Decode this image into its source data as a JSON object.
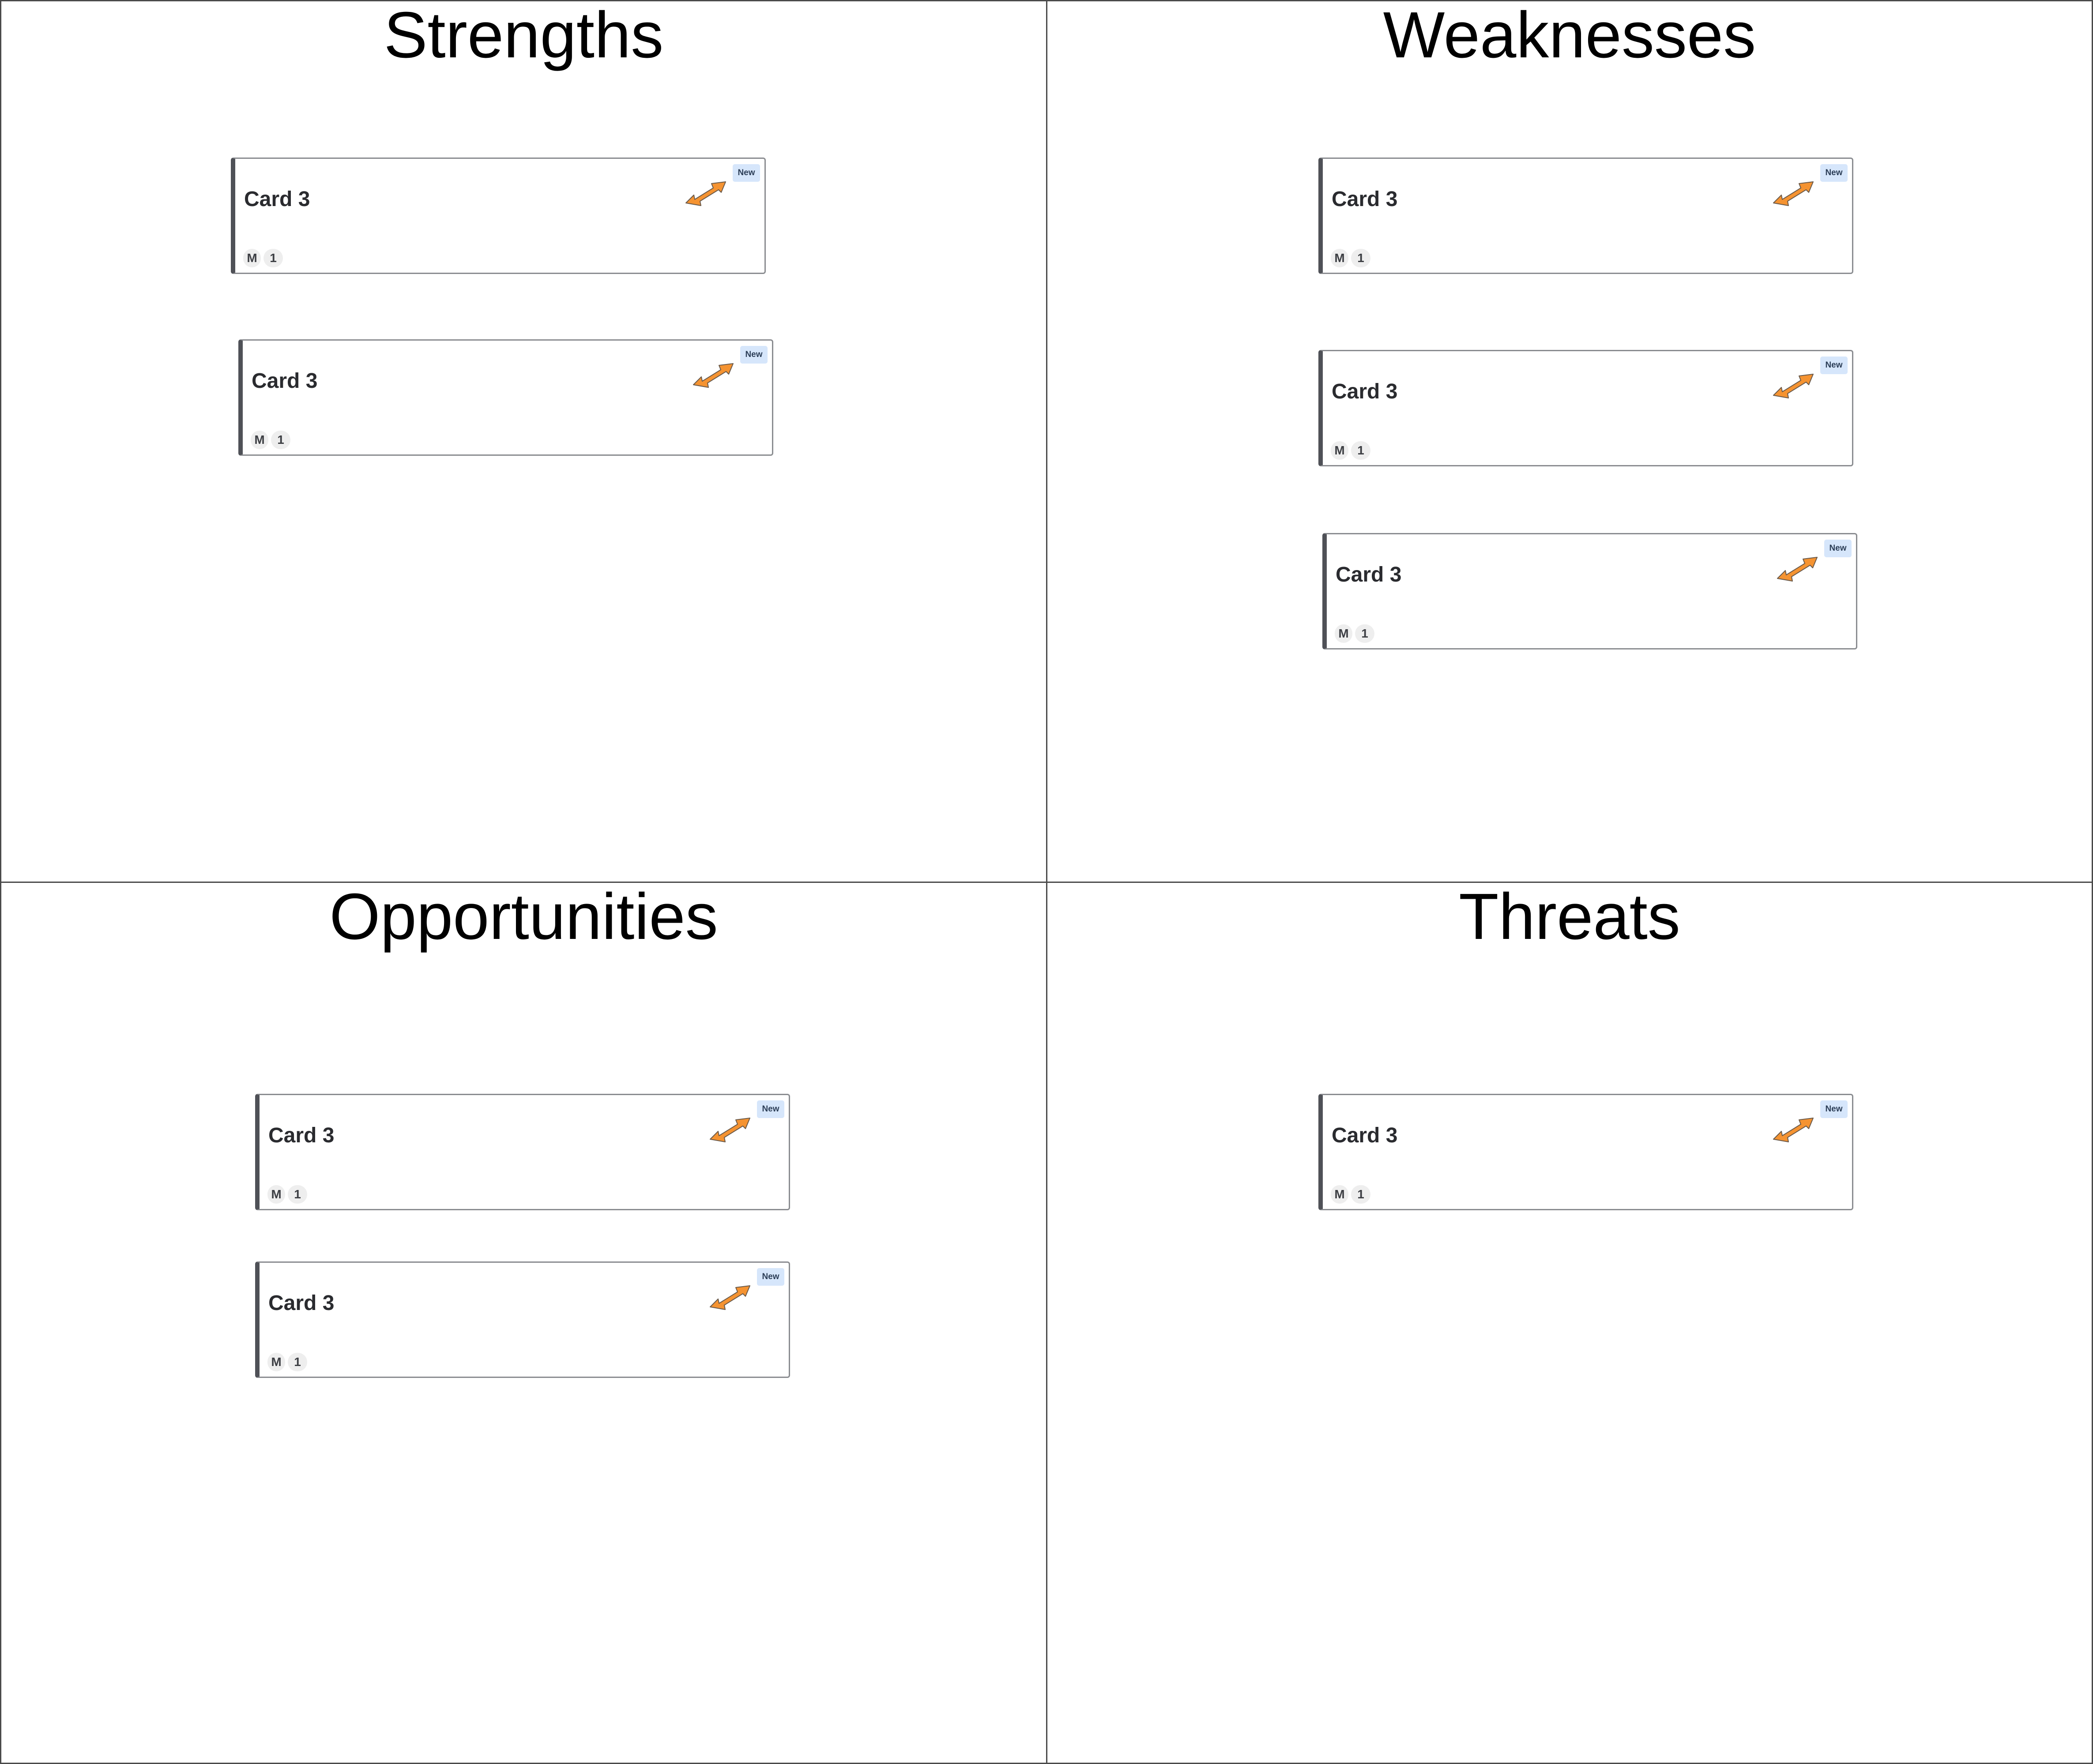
{
  "quadrants": [
    {
      "title": "Strengths",
      "cards": [
        {
          "title": "Card 3",
          "badge": "New",
          "size": "M",
          "count": "1"
        },
        {
          "title": "Card 3",
          "badge": "New",
          "size": "M",
          "count": "1"
        }
      ]
    },
    {
      "title": "Weaknesses",
      "cards": [
        {
          "title": "Card 3",
          "badge": "New",
          "size": "M",
          "count": "1"
        },
        {
          "title": "Card 3",
          "badge": "New",
          "size": "M",
          "count": "1"
        },
        {
          "title": "Card 3",
          "badge": "New",
          "size": "M",
          "count": "1"
        }
      ]
    },
    {
      "title": "Opportunities",
      "cards": [
        {
          "title": "Card 3",
          "badge": "New",
          "size": "M",
          "count": "1"
        },
        {
          "title": "Card 3",
          "badge": "New",
          "size": "M",
          "count": "1"
        }
      ]
    },
    {
      "title": "Threats",
      "cards": [
        {
          "title": "Card 3",
          "badge": "New",
          "size": "M",
          "count": "1"
        }
      ]
    }
  ],
  "colors": {
    "arrow_fill": "#f59331",
    "arrow_stroke": "#6b5a4a",
    "badge_bg": "#d6e6fb",
    "card_accent": "#4f5157"
  },
  "icons": {
    "card_move": "double-arrow-icon"
  }
}
